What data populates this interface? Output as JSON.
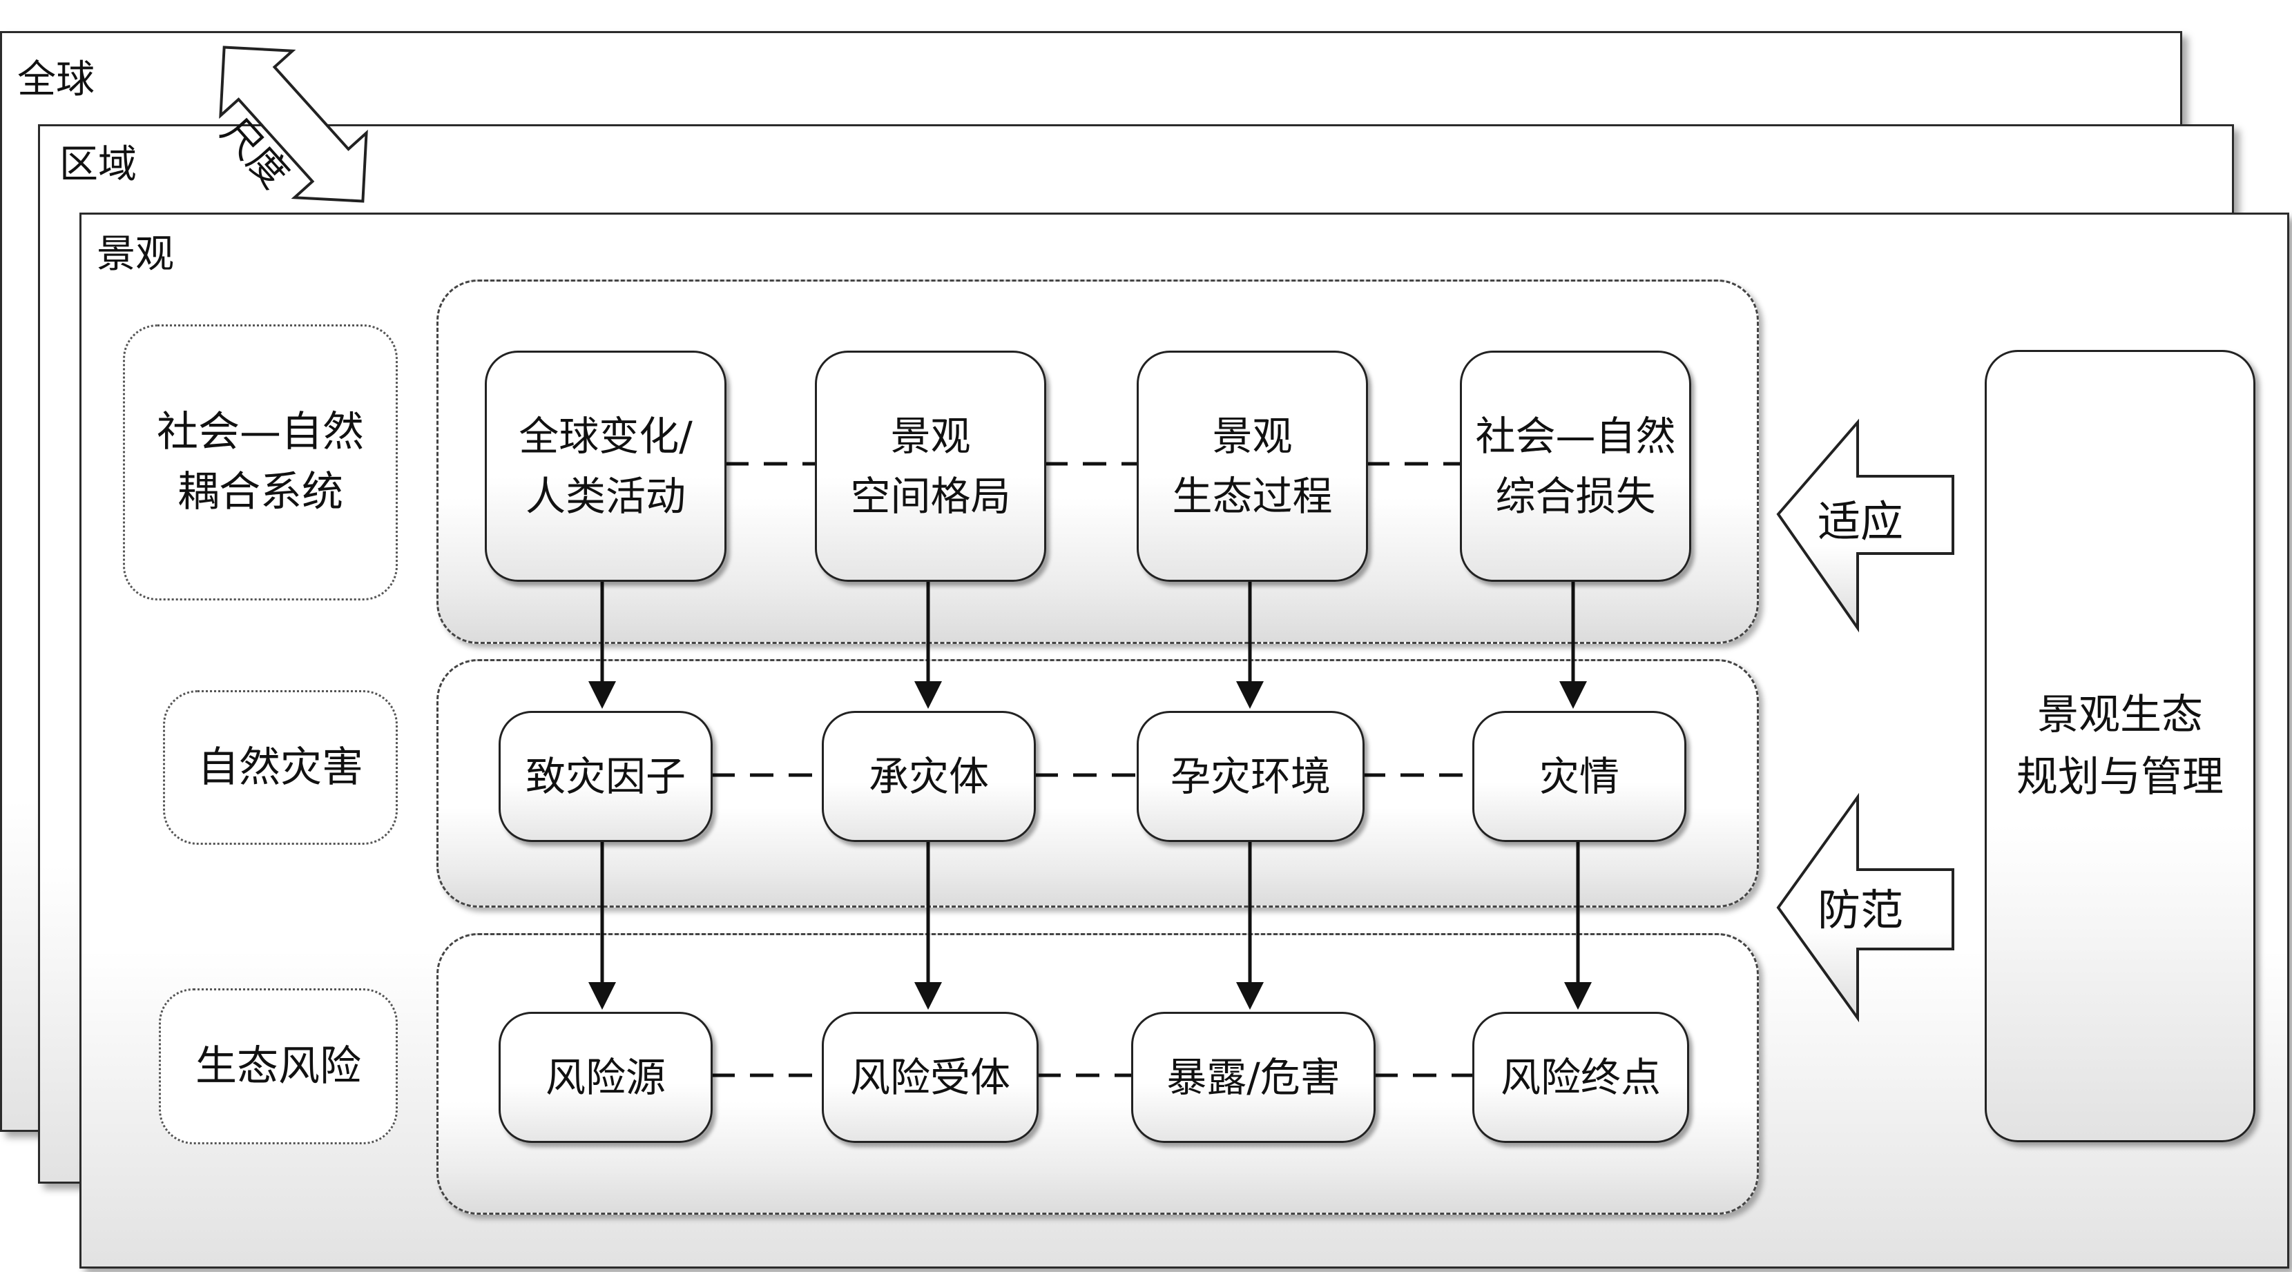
{
  "layers": {
    "global": "全球",
    "regional": "区域",
    "landscape": "景观"
  },
  "scale_arrow_label": "尺度",
  "left_labels": {
    "coupled": "社会—自然\n耦合系统",
    "hazard": "自然灾害",
    "risk": "生态风险"
  },
  "top_row": [
    "全球变化/\n人类活动",
    "景观\n空间格局",
    "景观\n生态过程",
    "社会—自然\n综合损失"
  ],
  "middle_row": [
    "致灾因子",
    "承灾体",
    "孕灾环境",
    "灾情"
  ],
  "bottom_row": [
    "风险源",
    "风险受体",
    "暴露/危害",
    "风险终点"
  ],
  "side_arrows": {
    "adapt": "适应",
    "prevent": "防范"
  },
  "management_box": "景观生态\n规划与管理"
}
